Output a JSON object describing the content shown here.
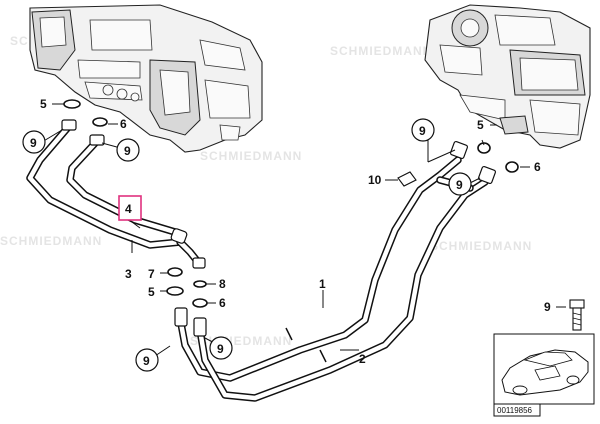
{
  "callouts": {
    "c1": "1",
    "c2": "2",
    "c3": "3",
    "c4": "4",
    "c5a": "5",
    "c5b": "5",
    "c5c": "5",
    "c6a": "6",
    "c6b": "6",
    "c6c": "6",
    "c7": "7",
    "c8": "8",
    "c10": "10"
  },
  "circled": {
    "a": "9",
    "b": "9",
    "c": "9",
    "d": "9",
    "e": "9",
    "f": "9"
  },
  "inset": {
    "callout": "9",
    "catalog_number": "00119856"
  },
  "watermark": "SCHMIEDMANN",
  "colors": {
    "highlight": "#e0317e",
    "line": "#111111"
  }
}
